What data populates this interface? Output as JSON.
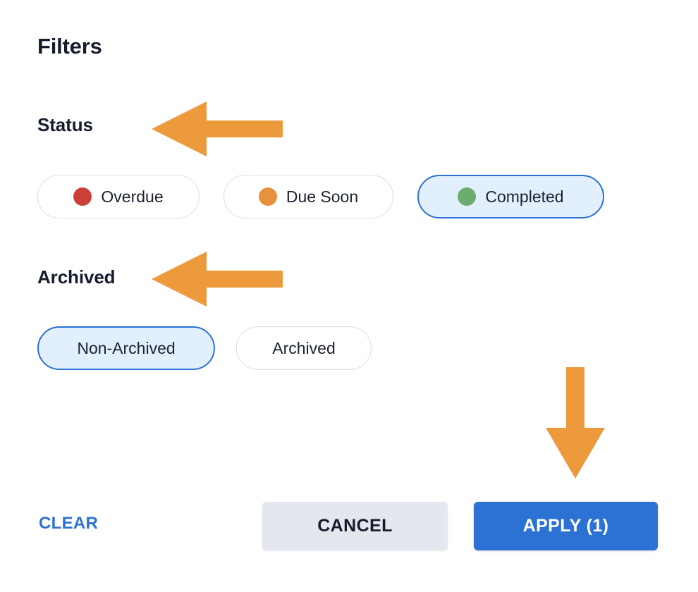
{
  "panel": {
    "title": "Filters"
  },
  "sections": [
    {
      "label": "Status",
      "chips": [
        {
          "label": "Overdue",
          "dot_color": "#CA3F38",
          "selected": false
        },
        {
          "label": "Due Soon",
          "dot_color": "#E8913C",
          "selected": false
        },
        {
          "label": "Completed",
          "dot_color": "#6BAD6E",
          "selected": true
        }
      ]
    },
    {
      "label": "Archived",
      "chips": [
        {
          "label": "Non-Archived",
          "selected": true
        },
        {
          "label": "Archived",
          "selected": false
        }
      ]
    }
  ],
  "footer": {
    "clear_label": "CLEAR",
    "cancel_label": "CANCEL",
    "apply_label": "APPLY (1)"
  },
  "annotations": [
    {
      "name": "arrow-pointing-at-status",
      "direction": "left",
      "color": "#ED9A3C"
    },
    {
      "name": "arrow-pointing-at-archived",
      "direction": "left",
      "color": "#ED9A3C"
    },
    {
      "name": "arrow-pointing-at-apply",
      "direction": "down",
      "color": "#ED9A3C"
    }
  ],
  "colors": {
    "accent_blue": "#2B72D4",
    "selected_chip_bg": "#E2F0FD",
    "chip_border": "#D7DDE8",
    "annotation_orange": "#ED9A3C",
    "text_dark": "#161C2D",
    "cancel_bg": "#E4E7EE"
  }
}
